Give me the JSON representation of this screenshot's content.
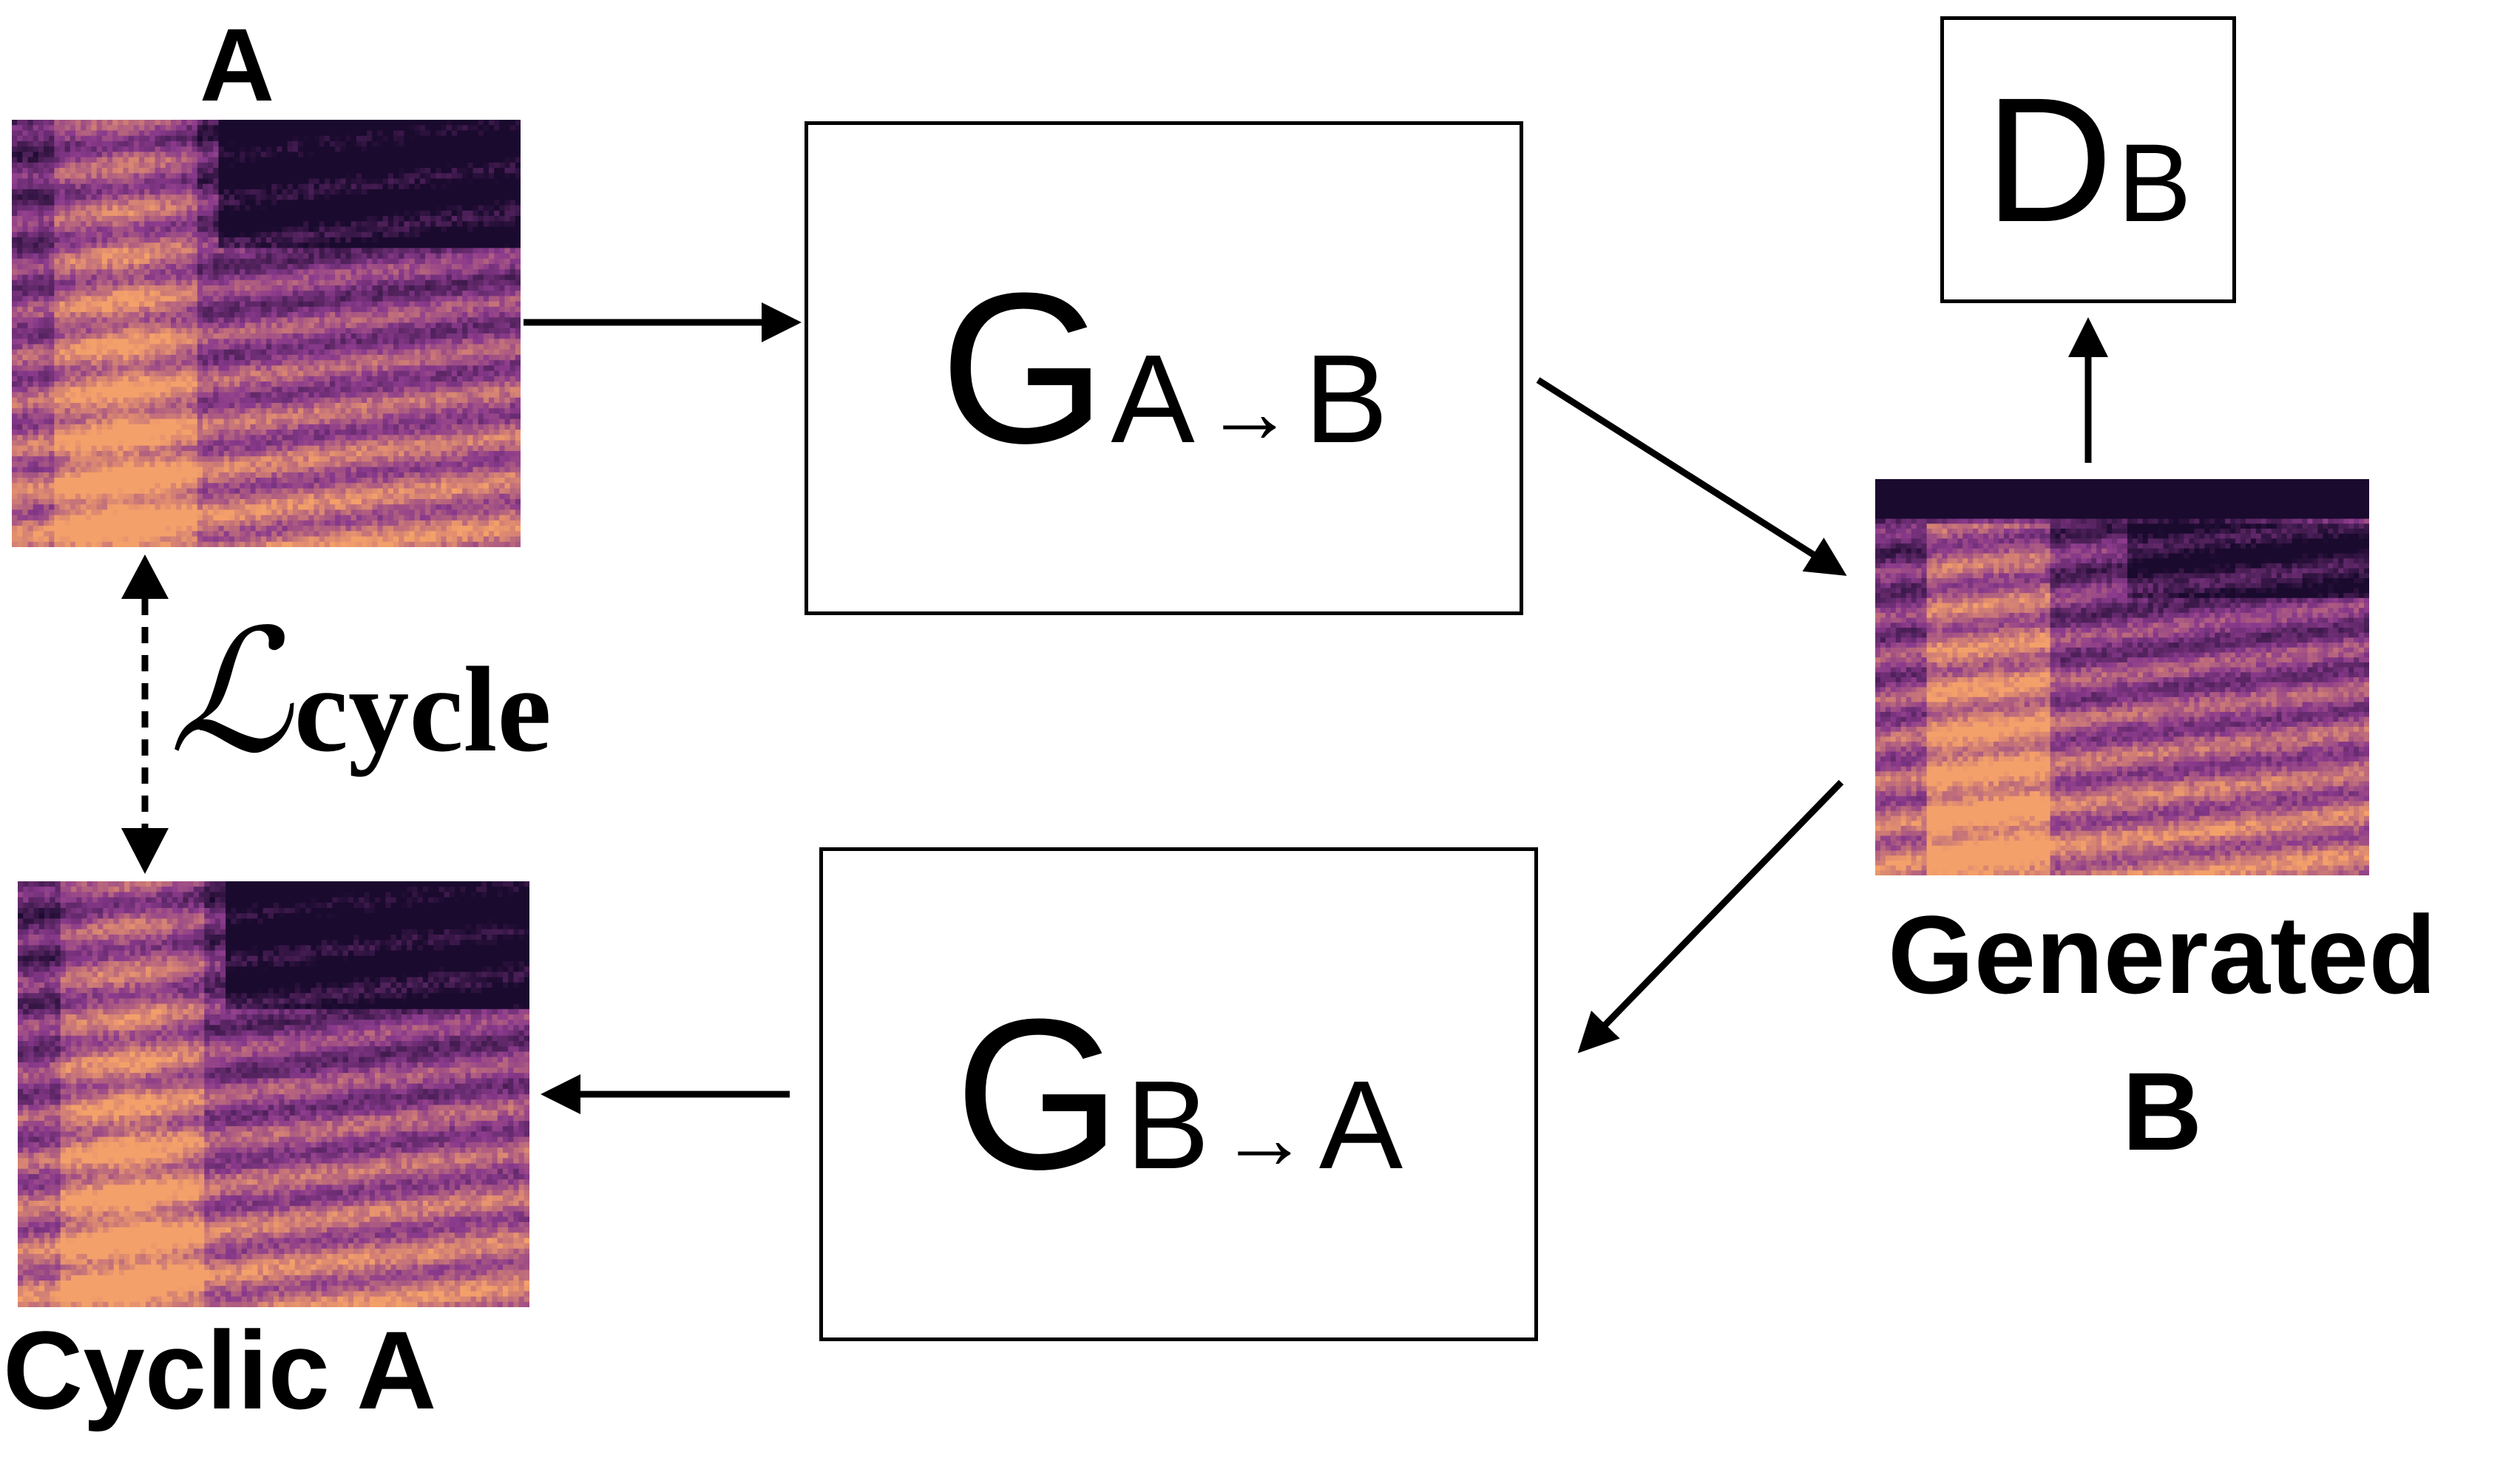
{
  "labels": {
    "input_a": "A",
    "cyclic_a": "Cyclic A",
    "generated_b_line1": "Generated",
    "generated_b_line2": "B"
  },
  "generator_ab": {
    "letter": "G",
    "from": "A",
    "arrow": "→",
    "to": "B"
  },
  "generator_ba": {
    "letter": "G",
    "from": "B",
    "arrow": "→",
    "to": "A"
  },
  "discriminator_b": {
    "letter": "D",
    "sub": "B"
  },
  "cycle_loss": {
    "symbol": "ℒ",
    "sub": "cycle"
  },
  "colors": {
    "ink": "#000000",
    "spectrogram_dark": "#1a0a2e",
    "spectrogram_mid": "#8a3a8c",
    "spectrogram_bright": "#f4a06a"
  }
}
